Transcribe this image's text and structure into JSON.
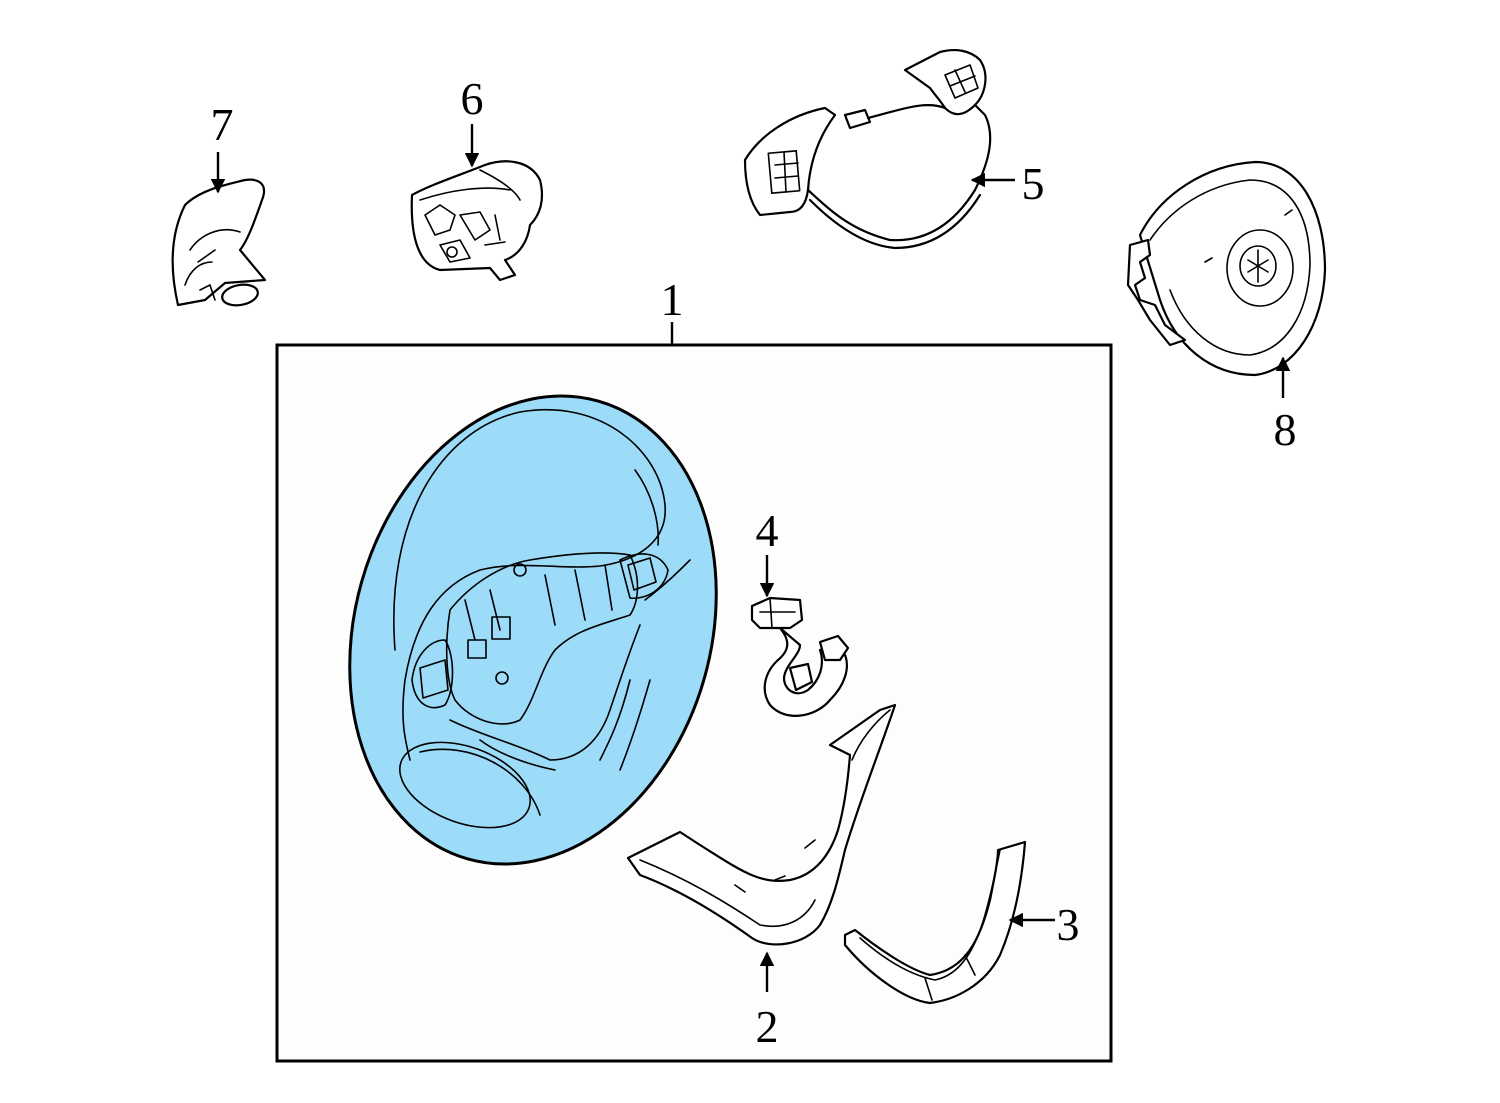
{
  "colors": {
    "highlight": "#9ddcf9",
    "frame_fill": "#fdfdfd",
    "stroke": "#000000"
  },
  "callouts": {
    "c1": "1",
    "c2": "2",
    "c3": "3",
    "c4": "4",
    "c5": "5",
    "c6": "6",
    "c7": "7",
    "c8": "8"
  }
}
